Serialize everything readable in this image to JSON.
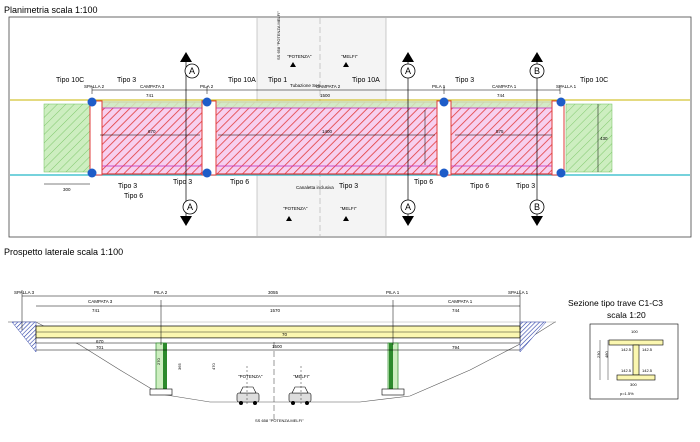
{
  "plan": {
    "title": "Planimetria scala  1:100",
    "labels": {
      "tipo10c": "Tipo  10C",
      "tipo3": "Tipo  3",
      "tipo10a": "Tipo  10A",
      "tipo1": "Tipo  1",
      "tipo6": "Tipo  6",
      "spalla2": "SPALLA 2",
      "spalla1": "SPALLA 1",
      "pila2": "PILA 2",
      "pila1": "PILA 1",
      "campata3": "CAMPATA 3",
      "campata2": "CAMPATA 2",
      "campata1": "CAMPATA 1",
      "tubazione": "Tubazione Sea",
      "canaletta": "Canaletta inclusiva",
      "road_top": "SS 658 \"POTENZA MELFI\"",
      "potenza": "\"POTENZA\"",
      "melfi": "\"MELFI\""
    },
    "dims": {
      "d741": "741",
      "d1500": "1500",
      "d744": "744",
      "d670": "670",
      "d1400": "1400",
      "d575": "575",
      "d300": "300",
      "d430": "430"
    },
    "section_marks": [
      "A",
      "A",
      "B",
      "B"
    ]
  },
  "elevation": {
    "title": "Prospetto laterale scala 1:100",
    "labels": {
      "spalla3": "SPALLA 3",
      "spalla1": "SPALLA 1",
      "pila2": "PILA 2",
      "pila1": "PILA 1",
      "campata3": "CAMPATA 3",
      "campata1": "CAMPATA 1",
      "road": "SS 658 \"POTENZA MELFI\"",
      "potenza": "\"POTENZA\"",
      "melfi": "\"MELFI\""
    },
    "dims": {
      "d3055": "3055",
      "d741": "741",
      "d1570": "1570",
      "d744": "744",
      "d670": "670",
      "d1500": "1500",
      "d794": "794",
      "d701": "701",
      "d70": "70",
      "d270": "270",
      "d365": "365",
      "d470": "470"
    }
  },
  "section": {
    "title": "Sezione tipo trave C1-C3",
    "scale": "scala 1:20",
    "dims": {
      "w1": "142.5",
      "w2": "142.5",
      "w3": "142.5",
      "w4": "142.5",
      "base": "300",
      "h": "100",
      "slope": "p=1.5%",
      "side1": "230",
      "side2": "480"
    }
  },
  "colors": {
    "hatch_red": "#e23b3b",
    "hatch_magenta": "#c030c0",
    "green_fill": "#cdeec0",
    "green_hatch": "#6fc05a",
    "deck_yellow": "#fbf7b0",
    "bearing_blue": "#1e5cc8",
    "road_cyan": "#24b8c8",
    "dark_green": "#2c8a2c",
    "abutment_blue": "#2b3fa8"
  }
}
